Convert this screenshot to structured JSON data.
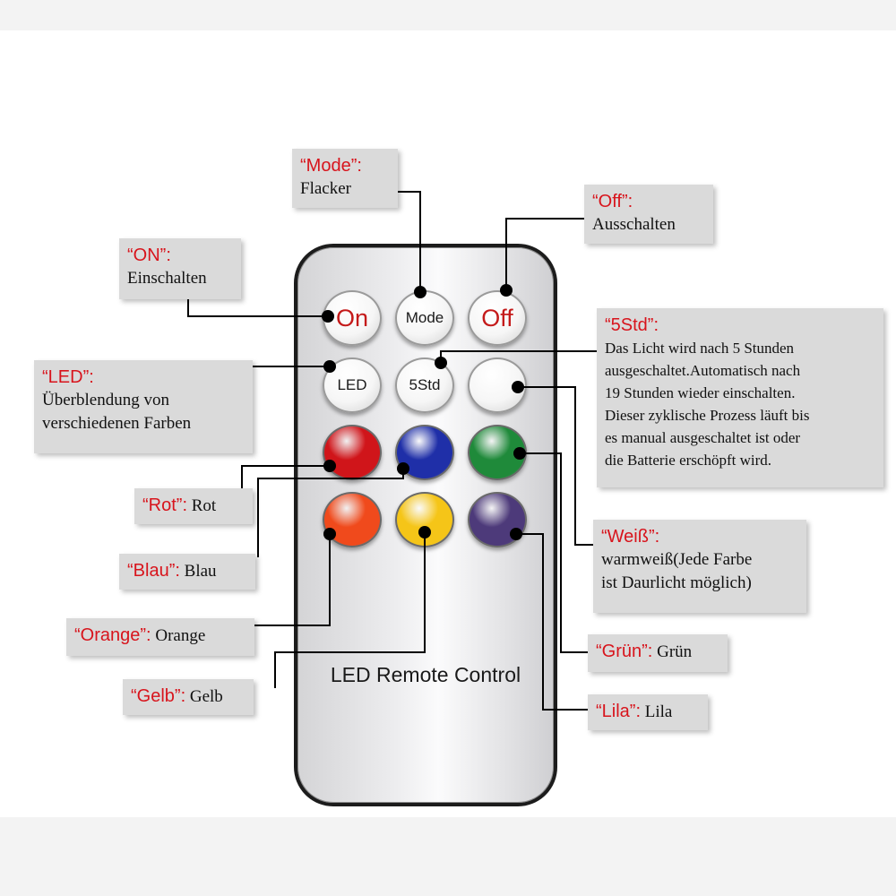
{
  "remote": {
    "title": "LED Remote Control",
    "buttons": [
      {
        "id": "on",
        "label": "On"
      },
      {
        "id": "mode",
        "label": "Mode"
      },
      {
        "id": "off",
        "label": "Off"
      },
      {
        "id": "led",
        "label": "LED"
      },
      {
        "id": "5std",
        "label": "5Std"
      },
      {
        "id": "weiss",
        "label": ""
      },
      {
        "id": "rot",
        "color": "#d0151a"
      },
      {
        "id": "blau",
        "color": "#1f2fa8"
      },
      {
        "id": "gruen",
        "color": "#1f8a3a"
      },
      {
        "id": "orange",
        "color": "#f04a1c"
      },
      {
        "id": "gelb",
        "color": "#f5c518"
      },
      {
        "id": "lila",
        "color": "#4d3a7a"
      }
    ]
  },
  "callouts": {
    "mode": {
      "key": "“Mode”:",
      "desc": "Flacker"
    },
    "off": {
      "key": "“Off”:",
      "desc": "Ausschalten"
    },
    "on": {
      "key": "“ON”:",
      "desc": "Einschalten"
    },
    "5std": {
      "key": "“5Std”:",
      "desc_lines": [
        "Das Licht wird nach 5 Stunden",
        "ausgeschaltet.Automatisch nach",
        "19 Stunden wieder einschalten.",
        "Dieser zyklische Prozess läuft bis",
        "es manual ausgeschaltet ist oder",
        "die Batterie erschöpft wird."
      ]
    },
    "led": {
      "key": "“LED”:",
      "desc_lines": [
        "Überblendung von",
        "verschiedenen Farben"
      ]
    },
    "rot": {
      "key": "“Rot”:",
      "desc": "Rot"
    },
    "blau": {
      "key": "“Blau”:",
      "desc": "Blau"
    },
    "weiss": {
      "key": "“Weiß”:",
      "desc_lines": [
        "warmweiß(Jede Farbe",
        "ist Daurlicht möglich)"
      ]
    },
    "orange": {
      "key": "“Orange”:",
      "desc": "Orange"
    },
    "gruen": {
      "key": "“Grün”:",
      "desc": "Grün"
    },
    "gelb": {
      "key": "“Gelb”:",
      "desc": "Gelb"
    },
    "lila": {
      "key": "“Lila”:",
      "desc": "Lila"
    }
  },
  "colors": {
    "accent_red": "#d8141c",
    "callout_bg": "#dadada",
    "line": "#000000"
  }
}
